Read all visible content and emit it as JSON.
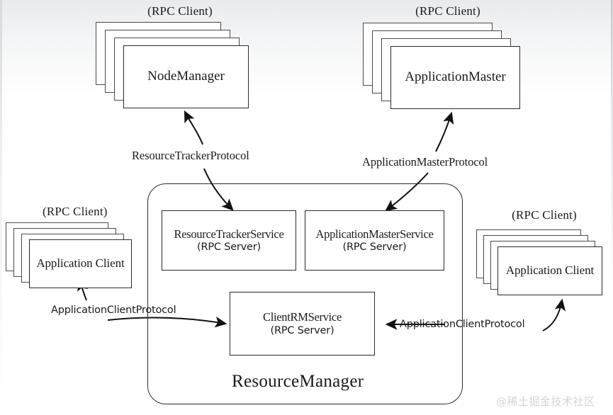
{
  "diagram": {
    "title_label": "ResourceManager",
    "watermark": "@稀土掘金技术社区",
    "rpc_client_label": "(RPC Client)",
    "rpc_server_label": "(RPC Server)",
    "nodes": {
      "node_manager": {
        "name": "NodeManager",
        "role": "(RPC Client)",
        "stack_count": 4
      },
      "application_master": {
        "name": "ApplicationMaster",
        "role": "(RPC Client)",
        "stack_count": 4
      },
      "application_client_left": {
        "name": "Application Client",
        "role": "(RPC Client)",
        "stack_count": 4
      },
      "application_client_right": {
        "name": "Application Client",
        "role": "(RPC Client)",
        "stack_count": 4
      },
      "resource_tracker_service": {
        "name": "ResourceTrackerService",
        "role": "(RPC Server)"
      },
      "application_master_service": {
        "name": "ApplicationMasterService",
        "role": "(RPC Server)"
      },
      "client_rm_service": {
        "name": "ClientRMService",
        "role": "(RPC Server)"
      }
    },
    "protocols": {
      "resource_tracker": "ResourceTrackerProtocol",
      "application_master": "ApplicationMasterProtocol",
      "application_client_left": "ApplicationClientProtocol",
      "application_client_right": "ApplicationClientProtocol"
    },
    "colors": {
      "stroke": "#2a2a2a",
      "fill": "#ffffff",
      "watermark": "#d2d4d6"
    }
  }
}
